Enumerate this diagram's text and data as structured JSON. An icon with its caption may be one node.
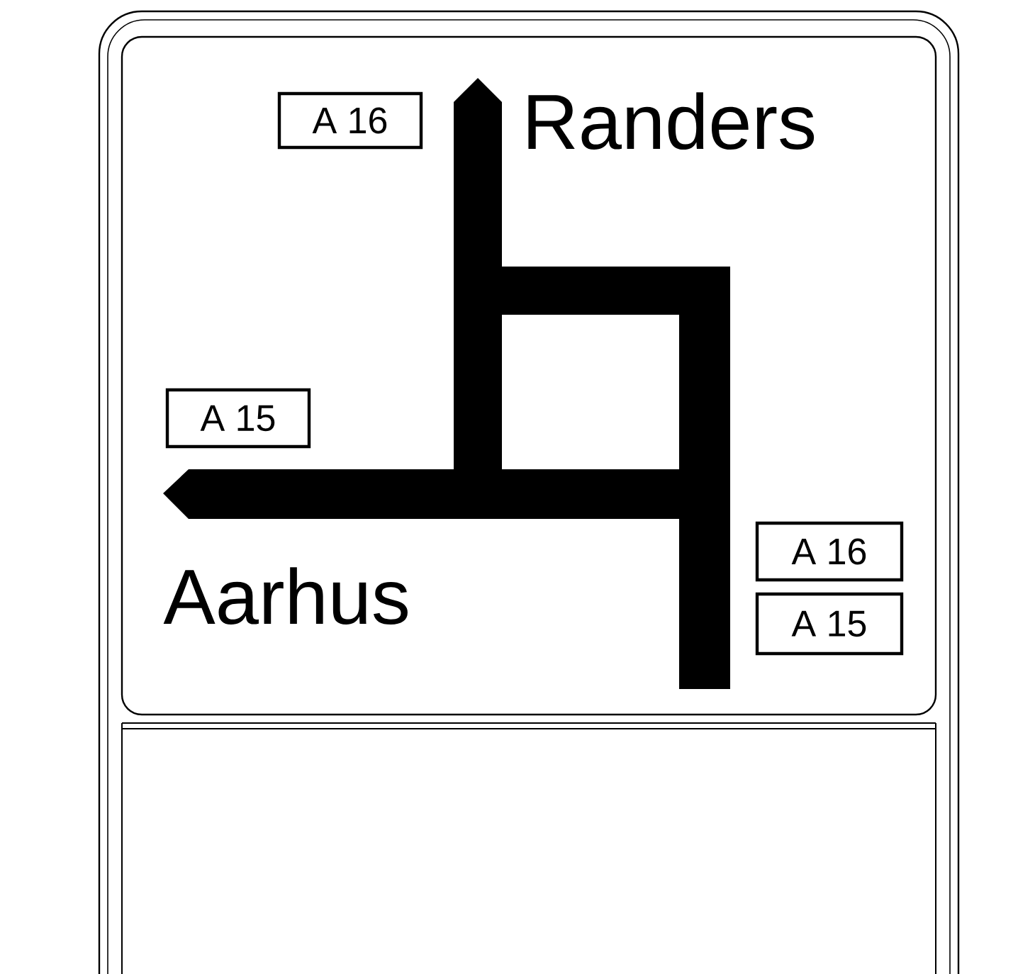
{
  "diagram": {
    "nodes": [
      {
        "text": [
          "A 16"
        ]
      },
      {
        "text": [
          "A 15"
        ]
      },
      {
        "text": [
          "A 16"
        ]
      },
      {
        "text": [
          "A 15"
        ]
      }
    ],
    "labels": [
      "Randers",
      "Aarhus"
    ]
  }
}
